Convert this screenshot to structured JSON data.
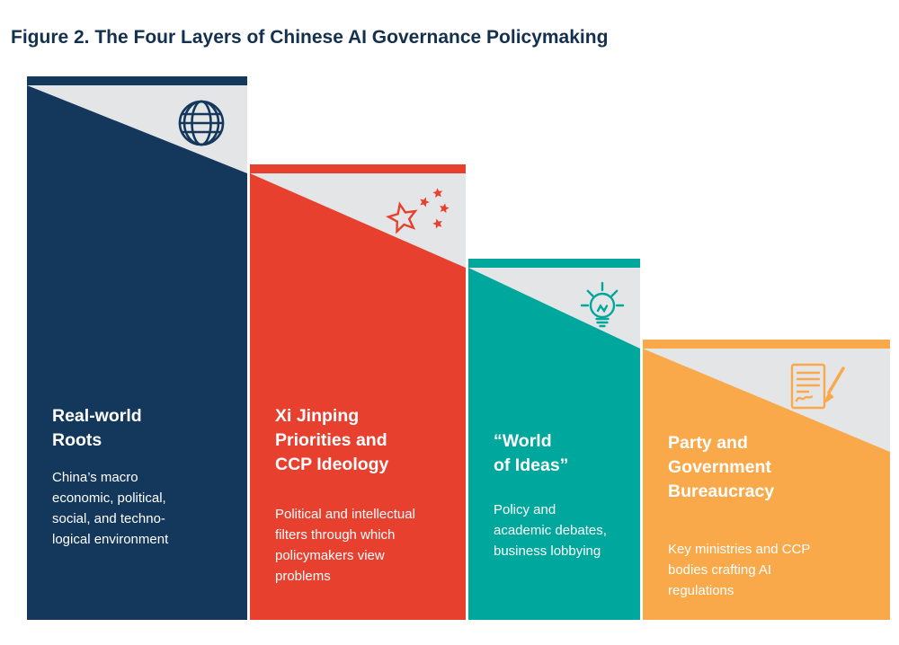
{
  "figure": {
    "title": "Figure 2. The Four Layers of Chinese AI Governance Policymaking"
  },
  "colors": {
    "navy": "#14375C",
    "red": "#E8402F",
    "teal": "#00A79D",
    "orange": "#F9A94A",
    "slope_gray": "#E4E5E7",
    "background": "#FFFFFF"
  },
  "layers": [
    {
      "name": "real-world-roots",
      "heading": "Real-world\nRoots",
      "body": "China’s macro\neconomic, political,\nsocial, and techno-\nlogical environment",
      "color": "#14375C",
      "icon": "globe-icon"
    },
    {
      "name": "xi-jinping-priorities-ccp-ideology",
      "heading": "Xi Jinping\nPriorities and\nCCP Ideology",
      "body": "Political and intellectual\nfilters through which\npolicymakers view\nproblems",
      "color": "#E8402F",
      "icon": "china-stars-icon"
    },
    {
      "name": "world-of-ideas",
      "heading": "“World\nof Ideas”",
      "body": "Policy and\nacademic debates,\nbusiness lobbying",
      "color": "#00A79D",
      "icon": "lightbulb-icon"
    },
    {
      "name": "party-government-bureaucracy",
      "heading": "Party and\nGovernment\nBureaucracy",
      "body": "Key ministries and CCP\nbodies crafting AI\nregulations",
      "color": "#F9A94A",
      "icon": "document-pen-icon"
    }
  ]
}
